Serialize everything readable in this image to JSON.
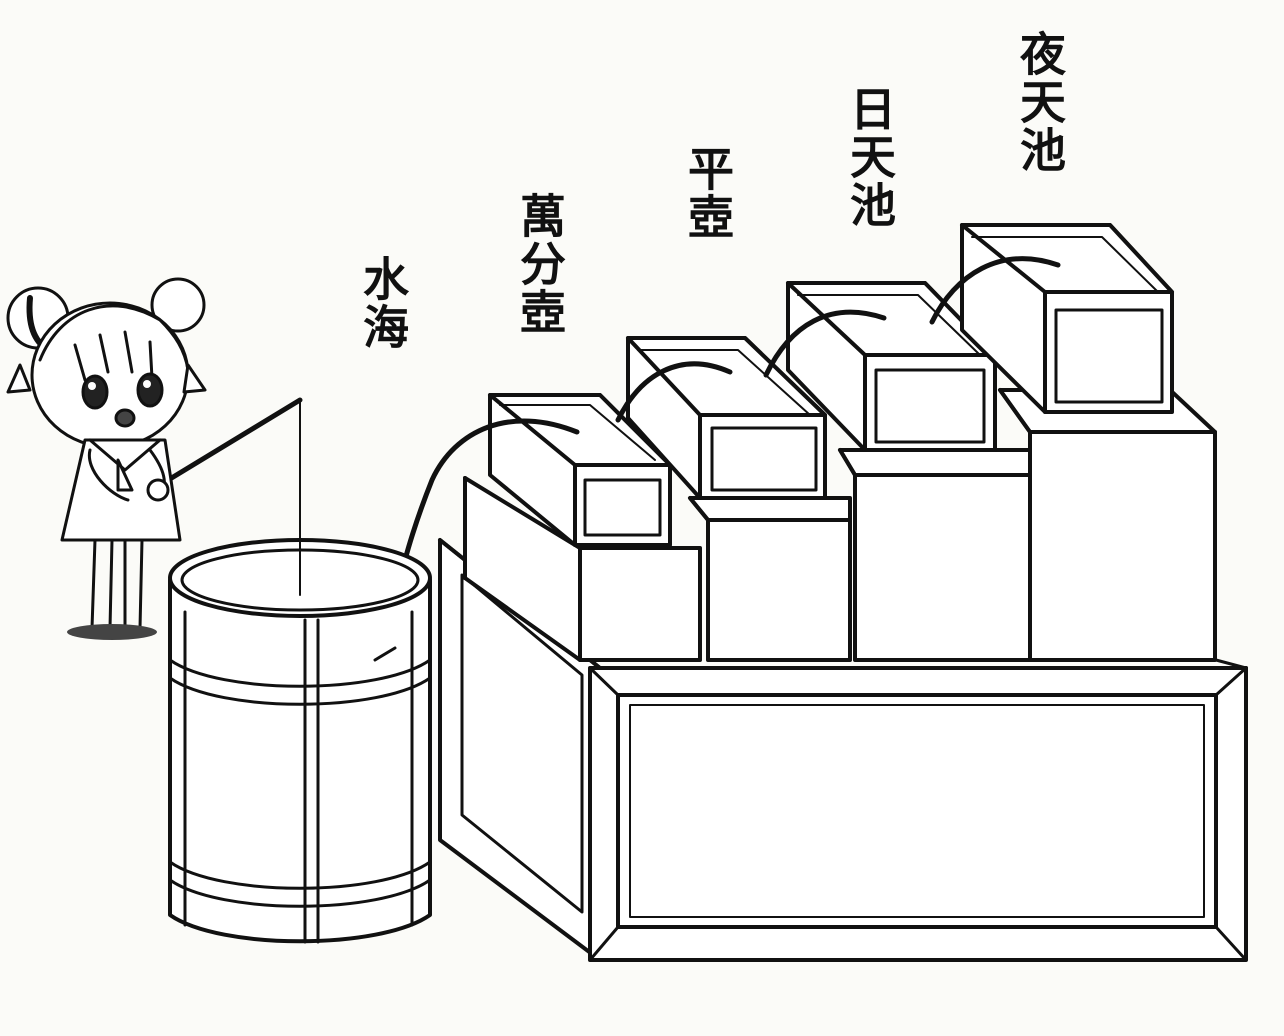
{
  "labels": {
    "water_sea": "水海",
    "ten_thousand_pot": "萬分壺",
    "level_pot": "平壺",
    "day_pool": "日天池",
    "night_pool": "夜天池"
  },
  "colors": {
    "ink": "#111111",
    "paper": "#fbfbf8"
  }
}
